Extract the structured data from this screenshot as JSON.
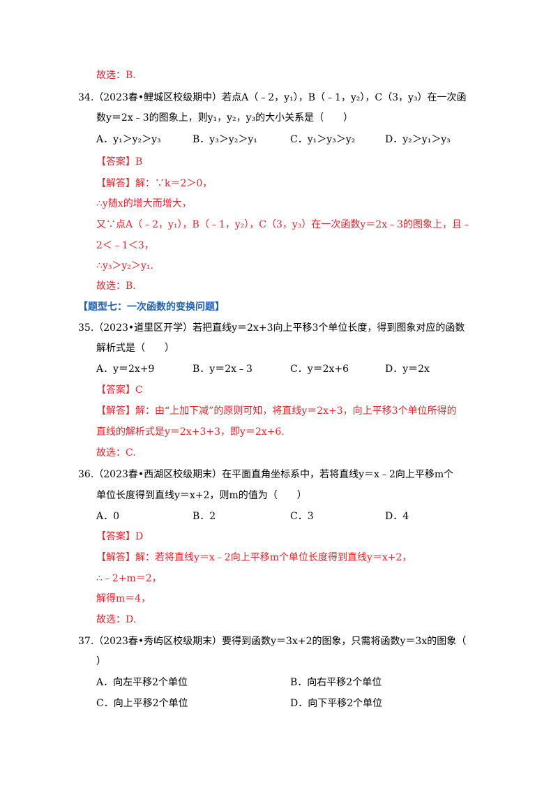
{
  "lines": {
    "l01": "故选：B.",
    "l02": "34.（2023春•鲤城区校级期中）若点A（﹣2，y₁），B（﹣1，y₂），C（3，y₃）在一次函",
    "l03": "数y＝2x﹣3的图象上，则y₁，y₂，y₃的大小关系是（　　）",
    "l05": "【答案】B",
    "l06": "【解答】解：∵k＝2＞0，",
    "l07": "∴y随x的增大而增大，",
    "l08": "又∵点A（﹣2，y₁），B（﹣1，y₂），C（3，y₃）在一次函数y＝2x﹣3的图象上，且﹣",
    "l09": "2＜﹣1＜3，",
    "l10": "∴y₃＞y₂＞y₁.",
    "l11": "故选：B.",
    "l12": "【题型七：一次函数的变换问题】",
    "l13": "35.（2023•道里区开学）若把直线y＝2x+3向上平移3个单位长度，得到图象对应的函数",
    "l14": "解析式是（　　）",
    "l16": "【答案】C",
    "l17": "【解答】解：由“上加下减”的原则可知，将直线y＝2x+3，向上平移3个单位所得的",
    "l18": "直线的解析式是y＝2x+3+3，即y＝2x+6.",
    "l19": "故选：C.",
    "l20": "36.（2023春•西湖区校级期末）在平面直角坐标系中，若将直线y＝x﹣2向上平移m个",
    "l21": "单位长度得到直线y＝x+2，则m的值为（　　）",
    "l23": "【答案】D",
    "l24": "【解答】解：若将直线y＝x﹣2向上平移m个单位长度得到直线y＝x+2，",
    "l25": "∴﹣2+m＝2，",
    "l26": "解得m＝4，",
    "l27": "故选：D.",
    "l28": "37.（2023春•秀屿区校级期末）要得到函数y＝3x+2的图象，只需将函数y＝3x的图象（",
    "l29": "）"
  },
  "options": {
    "q34": [
      "A．y₁＞y₂＞y₃",
      "B．y₃＞y₂＞y₁",
      "C．y₁＞y₃＞y₂",
      "D．y₂＞y₁＞y₃"
    ],
    "q35": [
      "A．y＝2x+9",
      "B．y＝2x﹣3",
      "C．y＝2x+6",
      "D．y＝2x"
    ],
    "q36": [
      "A．0",
      "B．2",
      "C．3",
      "D．4"
    ],
    "q37": [
      "A．向左平移2个单位",
      "B．向右平移2个单位",
      "C．向上平移2个单位",
      "D．向下平移2个单位"
    ]
  },
  "colors": {
    "answer_red": "#e8202a",
    "heading_blue": "#1f5fb4"
  }
}
